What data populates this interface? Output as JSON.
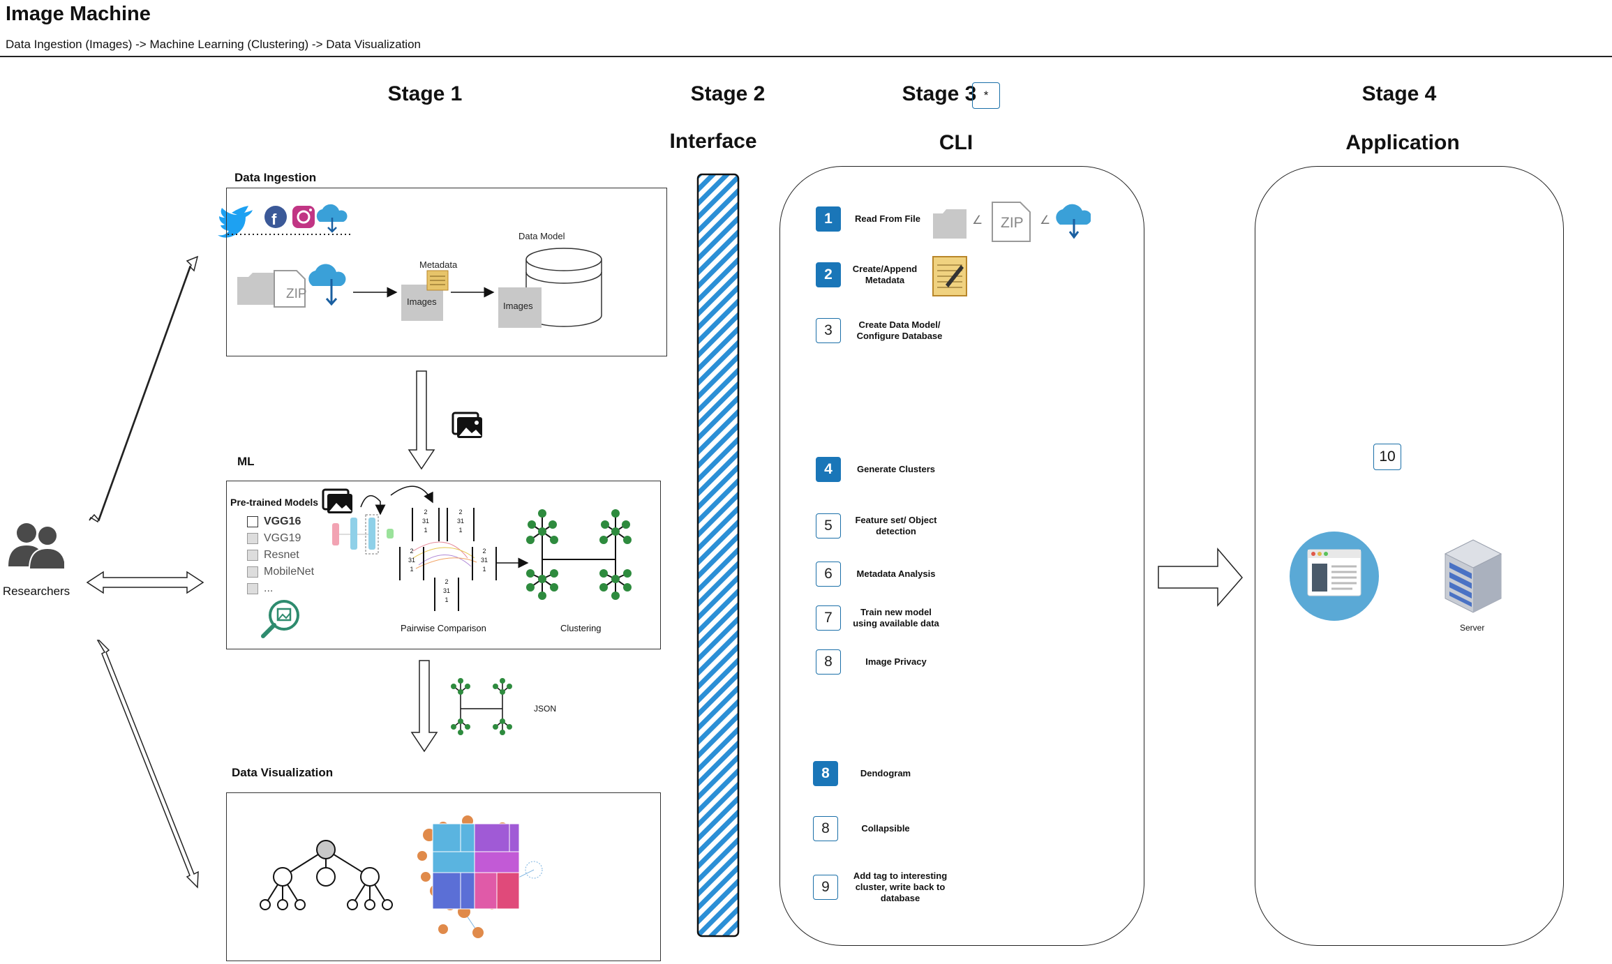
{
  "header": {
    "title": "Image Machine",
    "subtitle": "Data Ingestion (Images) -> Machine Learning (Clustering) -> Data Visualization"
  },
  "stages": {
    "stage1": "Stage 1",
    "stage2": "Stage 2",
    "stage2_sub": "Interface",
    "stage3": "Stage 3",
    "stage3_badge": "*",
    "stage3_sub": "CLI",
    "stage4": "Stage 4",
    "stage4_sub": "Application"
  },
  "researchers": {
    "label": "Researchers"
  },
  "ingestion": {
    "label": "Data Ingestion",
    "zip": "ZIP",
    "images": "Images",
    "metadata": "Metadata",
    "data_model": "Data Model",
    "images_db": "Images",
    "icons": [
      "twitter-icon",
      "facebook-icon",
      "instagram-icon",
      "cloud-upload-icon",
      "folder-icon",
      "zip-file-icon",
      "database-icon"
    ]
  },
  "ml": {
    "label": "ML",
    "models_title": "Pre-trained Models",
    "models": [
      {
        "name": "VGG16",
        "checked": true
      },
      {
        "name": "VGG19",
        "checked": false
      },
      {
        "name": "Resnet",
        "checked": false
      },
      {
        "name": "MobileNet",
        "checked": false
      },
      {
        "name": "...",
        "checked": false
      }
    ],
    "pairwise": "Pairwise Comparison",
    "clustering": "Clustering",
    "matrix_values": [
      "2",
      "31",
      "1"
    ]
  },
  "json_label": "JSON",
  "visualization": {
    "label": "Data Visualization"
  },
  "cli_steps": [
    {
      "num": "1",
      "label": "Read From File",
      "style": "filled"
    },
    {
      "num": "2",
      "label": "Create/Append Metadata",
      "style": "filled"
    },
    {
      "num": "3",
      "label": "Create Data Model/ Configure Database",
      "style": "outline"
    },
    {
      "num": "4",
      "label": "Generate Clusters",
      "style": "filled"
    },
    {
      "num": "5",
      "label": "Feature set/ Object detection",
      "style": "outline"
    },
    {
      "num": "6",
      "label": "Metadata Analysis",
      "style": "outline"
    },
    {
      "num": "7",
      "label": "Train new model using available data",
      "style": "outline"
    },
    {
      "num": "8",
      "label": "Image Privacy",
      "style": "outline"
    },
    {
      "num": "8",
      "label": "Dendogram",
      "style": "filled"
    },
    {
      "num": "8",
      "label": "Collapsible",
      "style": "outline"
    },
    {
      "num": "9",
      "label": "Add tag to interesting cluster, write back to database",
      "style": "outline"
    }
  ],
  "cli_zip": "ZIP",
  "application": {
    "badge": "10",
    "server_label": "Server"
  },
  "colors": {
    "accent_blue": "#1a76b8",
    "interface_hatch": "#2b8fd6",
    "cluster_green": "#2e8b3e",
    "app_circle": "#5aa9d6"
  }
}
